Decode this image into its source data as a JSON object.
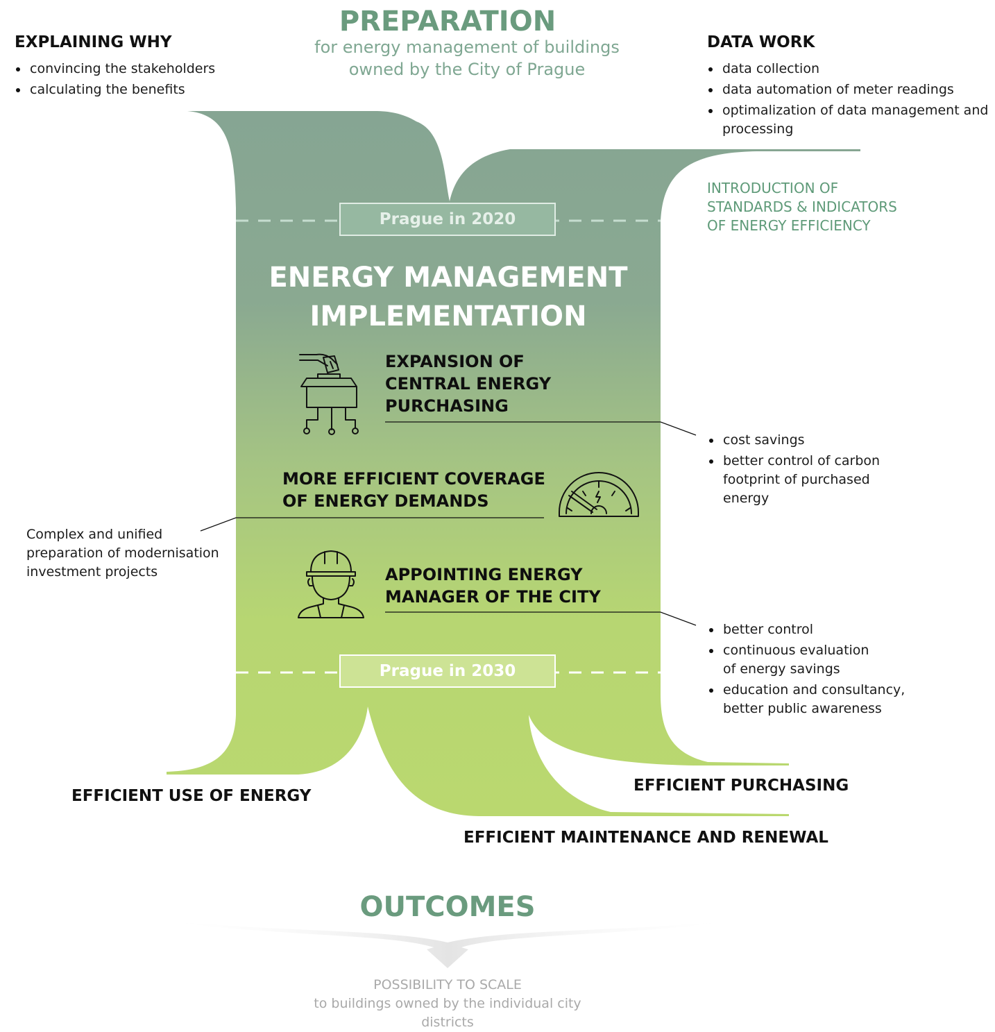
{
  "colors": {
    "top_green": "#87a693",
    "bottom_green": "#b9d870",
    "accent_green": "#6a9b7e"
  },
  "preparation": {
    "title": "PREPARATION",
    "subtitle_line1": "for energy management of buildings",
    "subtitle_line2": "owned by the City of Prague"
  },
  "explaining_why": {
    "title": "EXPLAINING WHY",
    "items": [
      "convincing the stakeholders",
      "calculating the benefits"
    ]
  },
  "data_work": {
    "title": "DATA WORK",
    "items": [
      "data collection",
      "data automation of meter readings",
      "optimalization of data management and processing"
    ]
  },
  "introduction": {
    "line1": "INTRODUCTION OF",
    "line2": "STANDARDS & INDICATORS",
    "line3": "OF ENERGY EFFICIENCY"
  },
  "milestones": {
    "start": "Prague in 2020",
    "end": "Prague in 2030"
  },
  "implementation": {
    "line1": "ENERGY MANAGEMENT",
    "line2": "IMPLEMENTATION"
  },
  "actions": {
    "purchasing": {
      "line1": "EXPANSION OF",
      "line2": "CENTRAL ENERGY",
      "line3": "PURCHASING",
      "icon": "ballot-box-icon"
    },
    "coverage": {
      "line1": "MORE EFFICIENT COVERAGE",
      "line2": "OF ENERGY DEMANDS",
      "icon": "gauge-icon"
    },
    "manager": {
      "line1": "APPOINTING ENERGY",
      "line2": "MANAGER OF THE CITY",
      "icon": "worker-icon"
    }
  },
  "purchasing_benefits": [
    "cost savings",
    "better control of carbon footprint of purchased energy"
  ],
  "manager_benefits": [
    "better control",
    "continuous evaluation of energy savings",
    "education and consultancy, better public awareness"
  ],
  "coverage_note": {
    "line1": "Complex and unified",
    "line2": "preparation of modernisation",
    "line3": "investment projects"
  },
  "results": {
    "use": "EFFICIENT USE OF ENERGY",
    "purchasing": "EFFICIENT PURCHASING",
    "maintenance": "EFFICIENT MAINTENANCE AND RENEWAL"
  },
  "outcomes": {
    "title": "OUTCOMES",
    "scale_line1": "POSSIBILITY TO SCALE",
    "scale_line2": "to buildings owned by the individual city",
    "scale_line3": "districts"
  }
}
